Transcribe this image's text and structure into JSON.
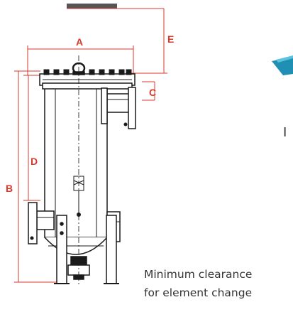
{
  "labels": {
    "a": "A",
    "b": "B",
    "c": "C",
    "d": "D",
    "e": "E"
  },
  "caption": {
    "line1": "Minimum clearance",
    "line2": "for element change"
  },
  "partial_text": "I",
  "colors": {
    "dimension": "#d9392b",
    "outline": "#1a1a1a",
    "fill": "#ffffff",
    "accent_marker": "#1f8fb4",
    "caption": "#333333"
  }
}
